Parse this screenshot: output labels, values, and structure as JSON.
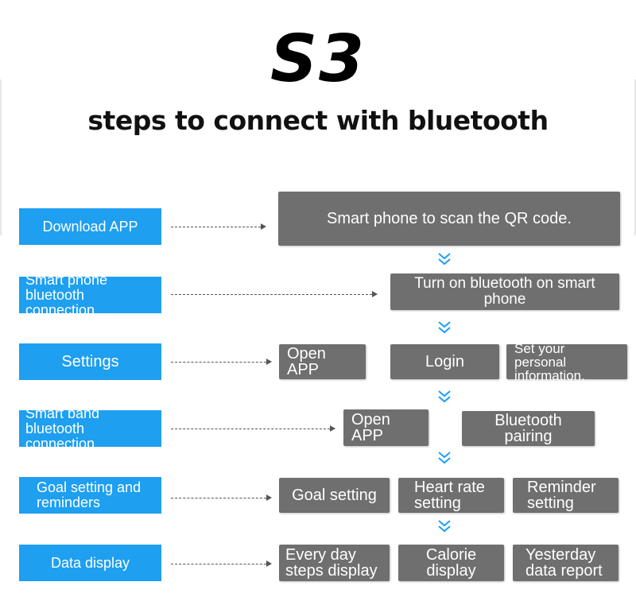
{
  "title": "S3",
  "subtitle": "steps to connect with bluetooth",
  "colors": {
    "step_box": "#1e9ff0",
    "action_box": "#6f6f6f",
    "chevron": "#1e9ff0"
  },
  "steps": [
    {
      "label": "Download APP",
      "actions": [
        "Smart phone to scan the QR code."
      ]
    },
    {
      "label": "Smart phone bluetooth connection",
      "actions": [
        "Turn on bluetooth on smart phone"
      ]
    },
    {
      "label": "Settings",
      "actions": [
        "Open APP",
        "Login",
        "Set your personal information."
      ]
    },
    {
      "label": "Smart band bluetooth connection",
      "actions": [
        "Open APP",
        "Bluetooth pairing"
      ]
    },
    {
      "label": "Goal setting and reminders",
      "actions": [
        "Goal setting",
        "Heart rate setting",
        "Reminder setting"
      ]
    },
    {
      "label": "Data display",
      "actions": [
        "Every day steps display",
        "Calorie display",
        "Yesterday data report"
      ]
    }
  ]
}
